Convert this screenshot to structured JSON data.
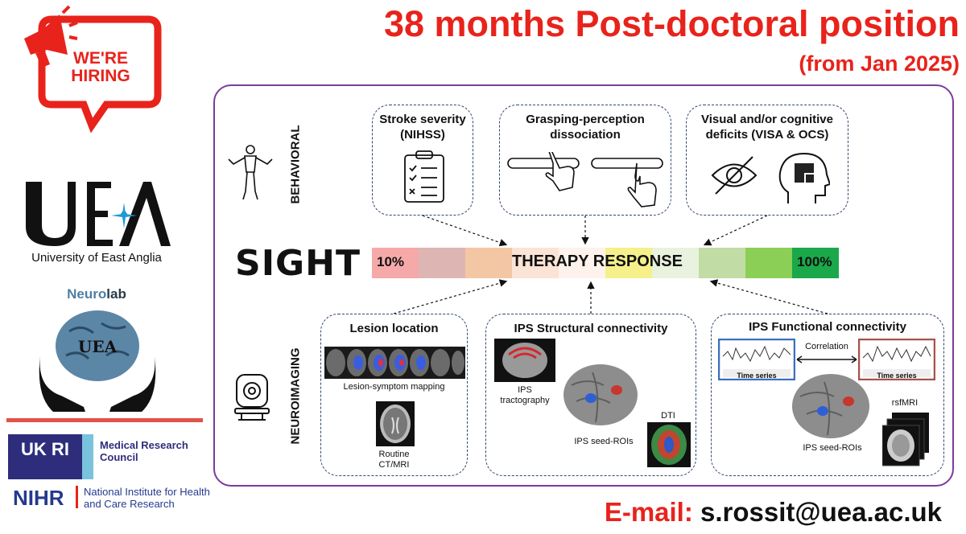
{
  "header": {
    "title": "38 months Post-doctoral position",
    "subtitle": "(from Jan 2025)"
  },
  "hiring_badge": {
    "line1": "WE'RE",
    "line2": "HIRING",
    "icon": "megaphone-icon",
    "color": "#e8231b"
  },
  "logos": {
    "uea_name": "University of East Anglia",
    "neurolab_part1": "Neuro",
    "neurolab_part2": "lab",
    "neurolab_mark": "UEA",
    "ukri_mark": "UK RI",
    "mrc": "Medical Research Council",
    "nihr_mark": "NIHR",
    "nihr_text": "National Institute for Health and Care Research"
  },
  "diagram": {
    "behavioral_label": "BEHAVIORAL",
    "neuroimaging_label": "NEUROIMAGING",
    "sight_logo": "SIGHT",
    "behavioral_boxes": [
      {
        "title": "Stroke severity (NIHSS)",
        "icon": "checklist-icon"
      },
      {
        "title": "Grasping-perception dissociation",
        "icon": "hand-pointing-icon"
      },
      {
        "title": "Visual and/or cognitive deficits (VISA & OCS)",
        "icon": "eye-slash-icon"
      }
    ],
    "therapy_bar": {
      "label": "THERAPY RESPONSE",
      "low": "10%",
      "high": "100%",
      "colors": [
        "#f6a9a9",
        "#ddb6b3",
        "#f3c7a4",
        "#fbe3d5",
        "#fdf3ec",
        "#f5f08a",
        "#e8f2de",
        "#c2dca5",
        "#8ccf57",
        "#1aa84b"
      ]
    },
    "neuro_boxes": [
      {
        "title": "Lesion location",
        "captions": [
          "Lesion-symptom mapping",
          "Routine",
          "CT/MRI"
        ]
      },
      {
        "title": "IPS Structural connectivity",
        "captions": [
          "IPS",
          "tractography",
          "DTI",
          "IPS seed-ROIs"
        ]
      },
      {
        "title": "IPS Functional connectivity",
        "captions": [
          "Correlation",
          "Time series",
          "Time series",
          "rsfMRI",
          "IPS seed-ROIs"
        ]
      }
    ]
  },
  "contact": {
    "label": "E-mail:",
    "value": "s.rossit@uea.ac.uk"
  }
}
